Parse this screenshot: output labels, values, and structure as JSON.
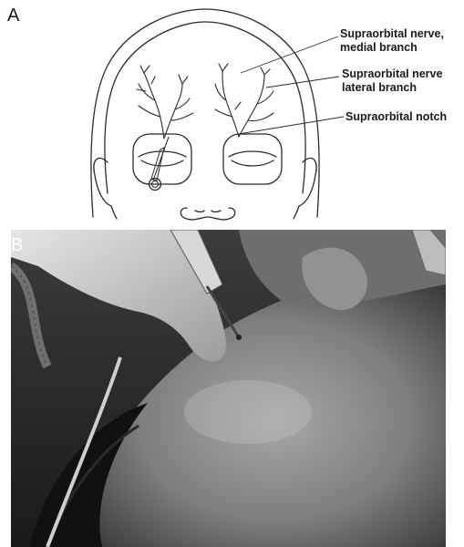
{
  "panel_a": {
    "letter": "A",
    "labels": {
      "medial_line1": "Supraorbital nerve,",
      "medial_line2": "medial branch",
      "lateral_line1": "Supraorbital nerve",
      "lateral_line2": "lateral branch",
      "notch": "Supraorbital notch"
    }
  },
  "panel_b": {
    "letter": "B"
  }
}
